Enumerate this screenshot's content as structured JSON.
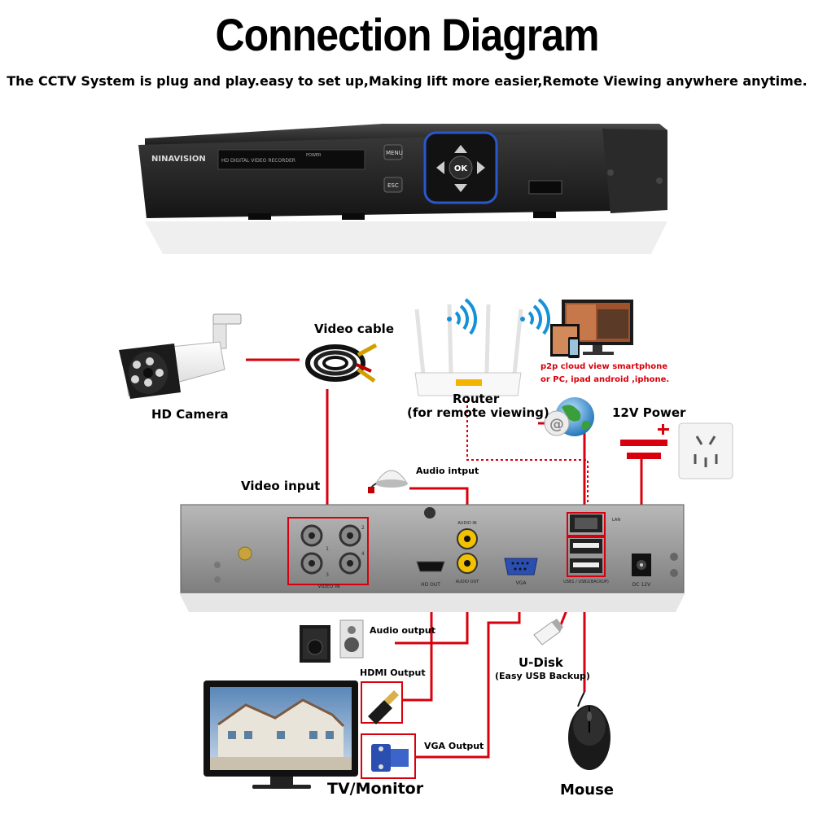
{
  "header": {
    "title": "Connection Diagram",
    "subtitle": "The CCTV System is plug and play.easy to set up,Making lift more easier,Remote Viewing anywhere anytime."
  },
  "dvr_front": {
    "brand": "NINAVISION",
    "model_text": "HD DIGITAL VIDEO RECORDER",
    "power_text": "POWER",
    "menu_label": "MENU",
    "esc_label": "ESC",
    "ok_label": "OK"
  },
  "labels": {
    "camera": "HD Camera",
    "video_cable": "Video cable",
    "video_input": "Video input",
    "router_line1": "Router",
    "router_line2": "(for remote viewing)",
    "p2p_line1": "p2p cloud  view smartphone",
    "p2p_line2": "or PC, ipad android ,iphone.",
    "power": "12V Power",
    "audio_input": "Audio intput",
    "audio_output": "Audio output",
    "hdmi_output": "HDMI Output",
    "vga_output": "VGA Output",
    "udisk_line1": "U-Disk",
    "udisk_line2": "(Easy USB Backup)",
    "tv": "TV/Monitor",
    "mouse": "Mouse"
  },
  "dvr_back": {
    "video_in": "VIDEO IN",
    "audio_in": "AUDIO IN",
    "audio_out": "AUDIO OUT",
    "hdout": "HD OUT",
    "vga": "VGA",
    "lan": "LAN",
    "usb": "USB1 / USB2(BACKUP)",
    "dc": "DC 12V",
    "channel_1": "1",
    "channel_2": "2",
    "channel_3": "3",
    "channel_4": "4"
  },
  "colors": {
    "accent_red": "#d8000c",
    "dvr_body": "#2b2b2b",
    "panel_back": "#9a9a9a"
  },
  "icons": [
    "camera-icon",
    "cable-icon",
    "router-icon",
    "wifi-icon",
    "devices-icon",
    "globe-icon",
    "power-socket-icon",
    "power-symbol-icon",
    "microphone-icon",
    "speaker-icon",
    "hdmi-plug-icon",
    "vga-plug-icon",
    "usb-disk-icon",
    "mouse-icon",
    "monitor-icon"
  ]
}
